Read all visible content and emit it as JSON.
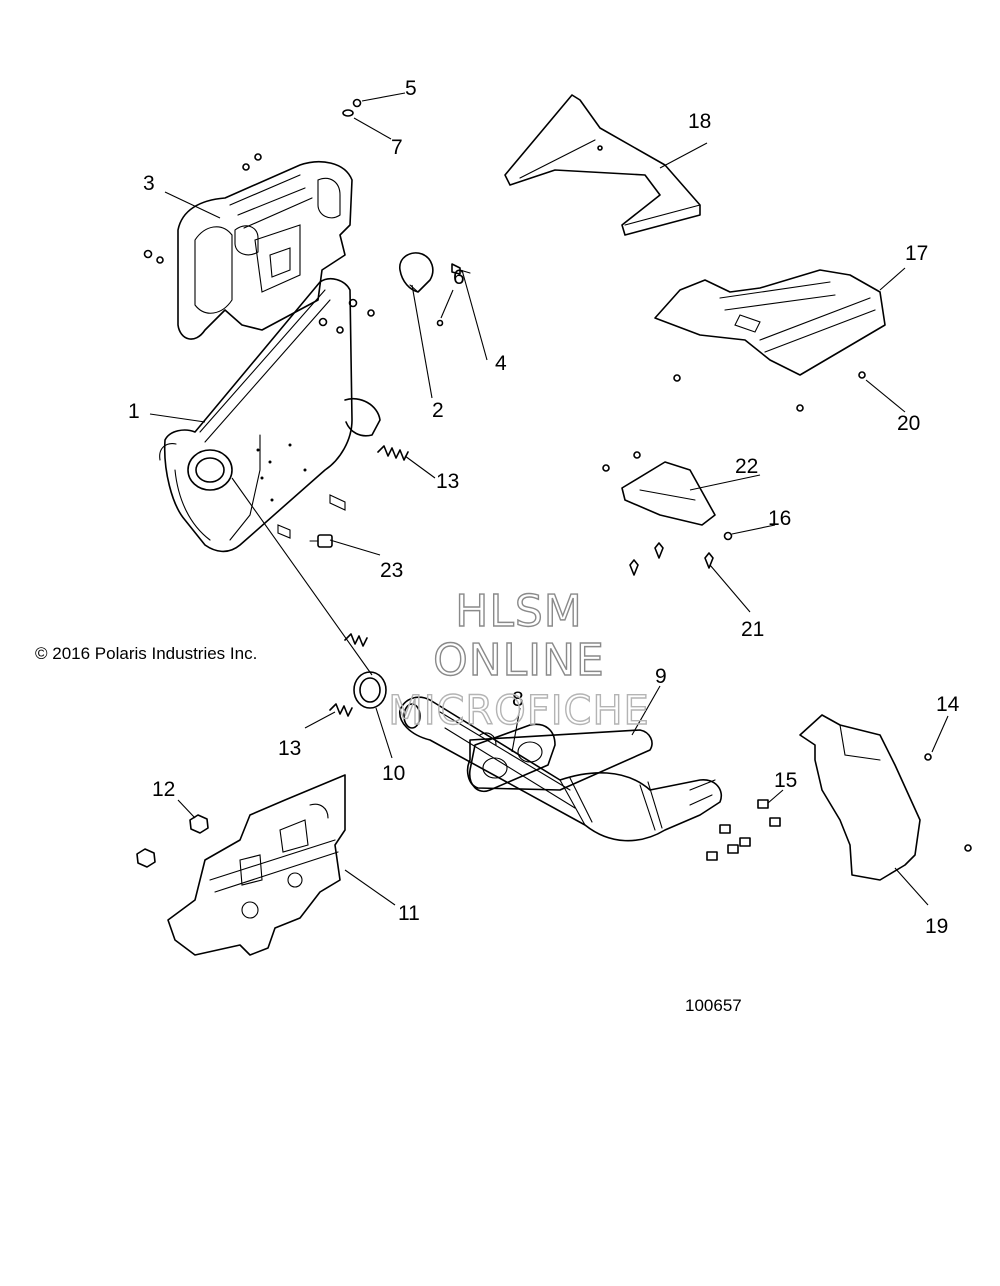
{
  "copyright": "© 2016 Polaris Industries Inc.",
  "drawing_number": "100657",
  "watermark": {
    "line1": "HLSM",
    "line2": "ONLINE",
    "line3": "MICROFICHE"
  },
  "callouts": [
    {
      "id": "c1",
      "label": "1"
    },
    {
      "id": "c2",
      "label": "2"
    },
    {
      "id": "c3",
      "label": "3"
    },
    {
      "id": "c4",
      "label": "4"
    },
    {
      "id": "c5",
      "label": "5"
    },
    {
      "id": "c6",
      "label": "6"
    },
    {
      "id": "c7",
      "label": "7"
    },
    {
      "id": "c8",
      "label": "8"
    },
    {
      "id": "c9",
      "label": "9"
    },
    {
      "id": "c10",
      "label": "10"
    },
    {
      "id": "c11",
      "label": "11"
    },
    {
      "id": "c12",
      "label": "12"
    },
    {
      "id": "c13a",
      "label": "13"
    },
    {
      "id": "c13b",
      "label": "13"
    },
    {
      "id": "c14",
      "label": "14"
    },
    {
      "id": "c15",
      "label": "15"
    },
    {
      "id": "c16",
      "label": "16"
    },
    {
      "id": "c17",
      "label": "17"
    },
    {
      "id": "c18",
      "label": "18"
    },
    {
      "id": "c19",
      "label": "19"
    },
    {
      "id": "c20",
      "label": "20"
    },
    {
      "id": "c21",
      "label": "21"
    },
    {
      "id": "c22",
      "label": "22"
    },
    {
      "id": "c23",
      "label": "23"
    }
  ]
}
